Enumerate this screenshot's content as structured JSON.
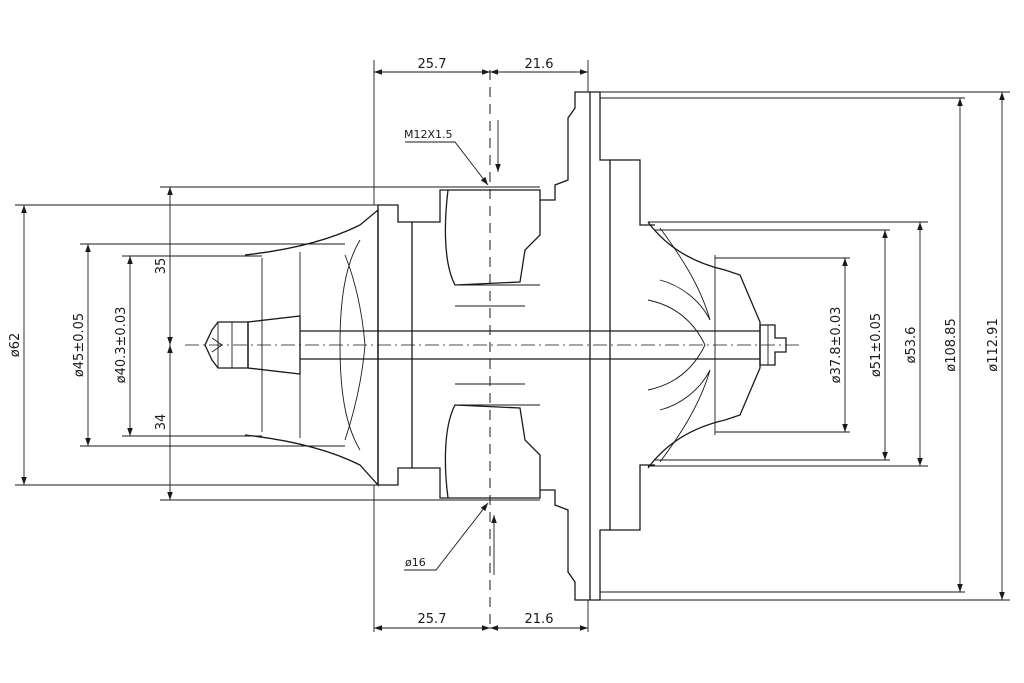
{
  "dimensions": {
    "top_left_length": "25.7",
    "top_right_length": "21.6",
    "bottom_left_length": "25.7",
    "bottom_right_length": "21.6",
    "thread": "M12X1.5",
    "bore": "ø16",
    "dia_62": "ø62",
    "dia_45": "ø45±0.05",
    "dia_40_3": "ø40.3±0.03",
    "upper_height": "35",
    "lower_height": "34",
    "dia_37_8": "ø37.8±0.03",
    "dia_51": "ø51±0.05",
    "dia_53_6": "ø53.6",
    "dia_108_85": "ø108.85",
    "dia_112_91": "ø112.91"
  },
  "colors": {
    "ink": "#1a1a1a",
    "paper": "#ffffff"
  }
}
